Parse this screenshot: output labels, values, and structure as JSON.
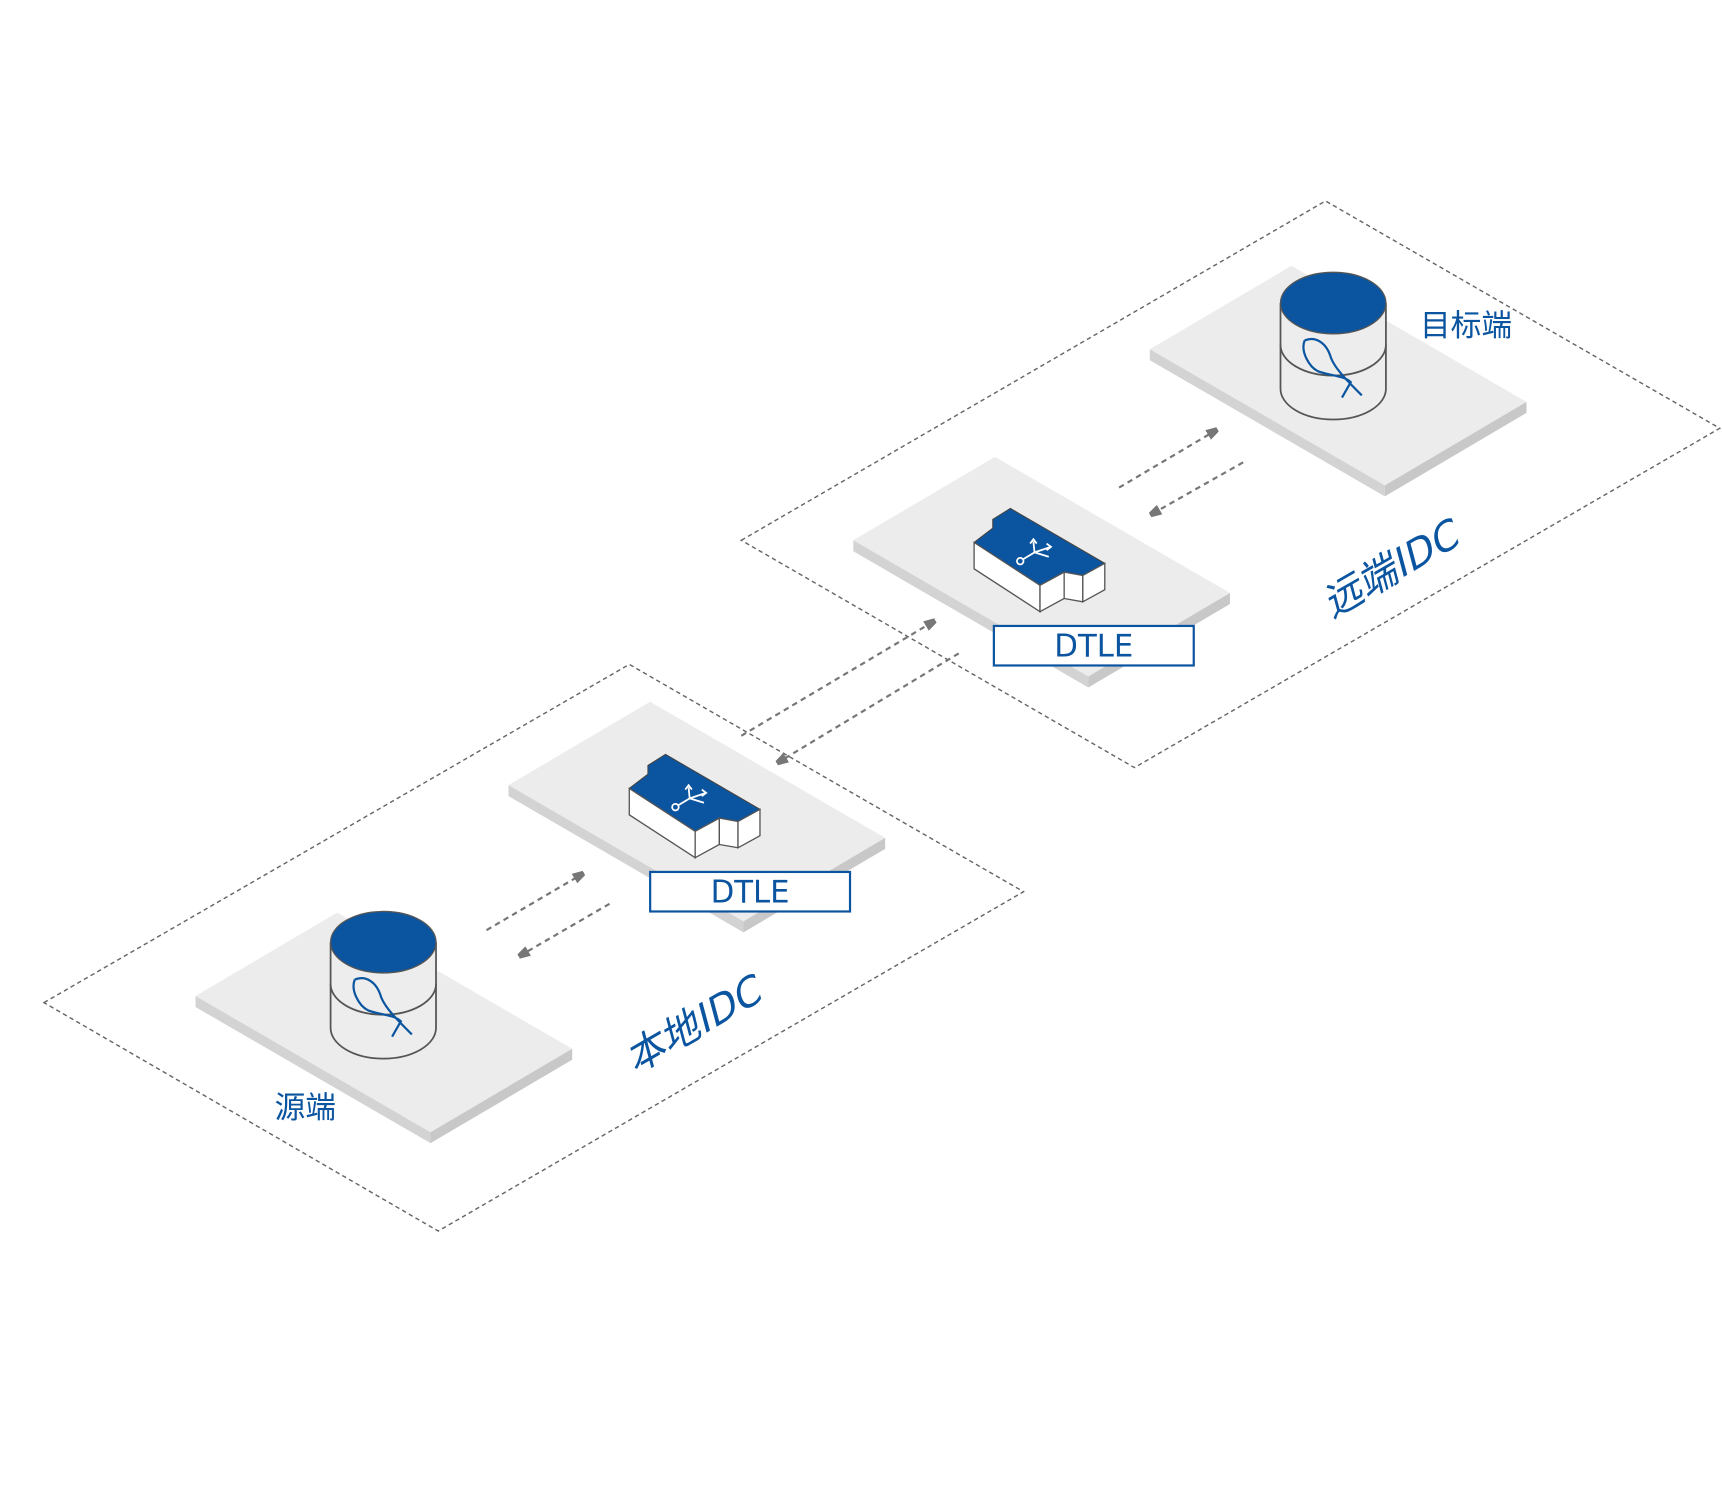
{
  "colors": {
    "accent": "#0b55a0",
    "platform": "#ececec",
    "platform_side": "#cfcfcf",
    "dash": "#666666"
  },
  "regions": {
    "local": "本地IDC",
    "remote": "远端IDC"
  },
  "nodes": {
    "source": {
      "label": "源端",
      "icon": "mysql-database-icon"
    },
    "target": {
      "label": "目标端",
      "icon": "mysql-database-icon"
    },
    "dtle_local": {
      "label": "DTLE",
      "icon": "dtle-node-icon"
    },
    "dtle_remote": {
      "label": "DTLE",
      "icon": "dtle-node-icon"
    }
  }
}
